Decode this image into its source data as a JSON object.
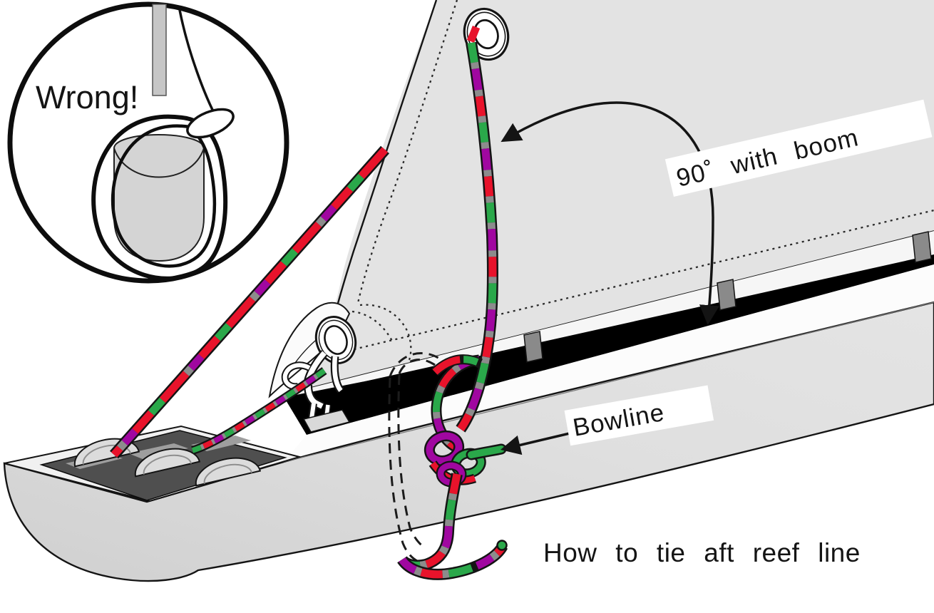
{
  "inset": {
    "label": "Wrong!"
  },
  "annotations": {
    "angle_label": "90˚ with boom",
    "knot_label": "Bowline",
    "caption": "How to tie aft reef line"
  },
  "colors": {
    "ink": "#141414",
    "sail": "#e3e3e3",
    "sail_foot": "#f6f6f6",
    "boom_top": "#fcfcfc",
    "boom_face": "#dfdfdf",
    "boom_face_dark": "#d0d0d0",
    "slot_black": "#000000",
    "slug_gray": "#8a8a8a",
    "recess_dark": "#4f4f4f",
    "recess_block": "#9e9e9e",
    "sheave_light": "#dcdcdc",
    "sheave_inner": "#c4c4c4",
    "hardware_white": "#ffffff",
    "fold_white": "#fbfbfb",
    "cylinder_gray": "#d4d4d4",
    "cap_top": "#f0f0f0",
    "label_bg": "#ffffff",
    "rope_red": "#e8132b",
    "rope_green": "#2aa84a",
    "rope_purple": "#a007a0",
    "rope_gray": "#8c8c8c"
  }
}
